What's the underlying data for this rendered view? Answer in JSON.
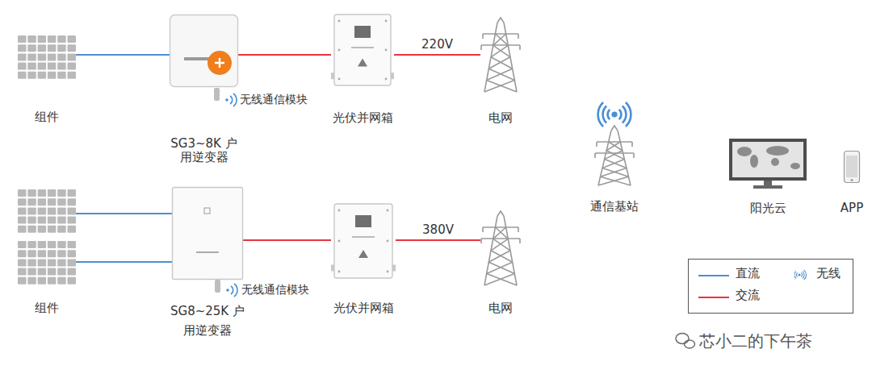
{
  "diagram": {
    "nodes": [
      {
        "text": [
          "组件"
        ]
      },
      {
        "text": [
          "SG3~8K 户用逆变器"
        ]
      },
      {
        "text": [
          "光伏并网箱"
        ]
      },
      {
        "text": [
          "电网"
        ]
      },
      {
        "text": [
          "组件"
        ]
      },
      {
        "text": [
          "SG8~25K 户用逆变器"
        ]
      },
      {
        "text": [
          "光伏并网箱"
        ]
      },
      {
        "text": [
          "电网"
        ]
      },
      {
        "text": [
          "通信基站"
        ]
      },
      {
        "text": [
          "阳光云"
        ]
      },
      {
        "text": [
          "APP"
        ]
      }
    ],
    "edges": [
      {
        "from": 0,
        "to": 1,
        "arrow": "none"
      },
      {
        "from": 1,
        "to": 2,
        "arrow": "none"
      },
      {
        "from": 2,
        "to": 3,
        "label": "220V",
        "arrow": "none"
      },
      {
        "from": 4,
        "to": 5,
        "arrow": "none"
      },
      {
        "from": 4,
        "to": 5,
        "arrow": "none"
      },
      {
        "from": 5,
        "to": 6,
        "arrow": "none"
      },
      {
        "from": 6,
        "to": 7,
        "label": "380V",
        "arrow": "none"
      }
    ],
    "labels": [
      "无线通信模块",
      "无线通信模块",
      "芯小二的下午茶"
    ],
    "legend": [
      {
        "text": "直流",
        "color": "#4a8fd6"
      },
      {
        "text": "交流",
        "color": "#e8343f"
      },
      {
        "text": "无线"
      }
    ]
  }
}
